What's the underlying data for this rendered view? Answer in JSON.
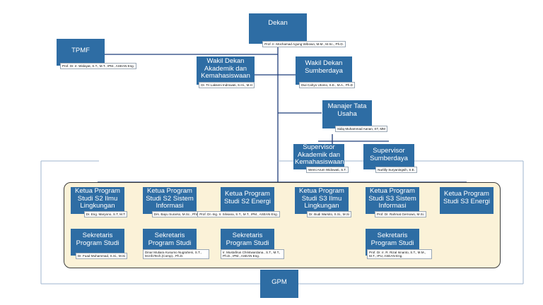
{
  "colors": {
    "box": "#2e6da4",
    "panel": "#fbf2d8",
    "line": "#1f3d7a",
    "gpm_line": "#9fb6cf"
  },
  "nodes": {
    "dekan": {
      "title": "Dekan",
      "name": "Prof. Ir. Mochamad Agung Wibowo, M.M., M.Sc., Ph.D."
    },
    "tpmf": {
      "title": "TPMF",
      "name": "Prof. Dr. Ir. Widayat, S.T., M.T., IPM., ASEAN Eng."
    },
    "wd1": {
      "title": "Wakil Dekan Akademik dan Kemahasiswaan",
      "name": "Dr. Tri Lakseni Indrowati, S.Hi., M.H"
    },
    "wd2": {
      "title": "Wakil Dekan Sumberdaya",
      "name": "Dwi Cahyo Utomo, S.E., M.A., Ph.D"
    },
    "manajer": {
      "title": "Manajer Tata Usaha",
      "name": "Sidiq Muhammad Aanan, ST, MM"
    },
    "sup1": {
      "title": "Supervisor Akademik dan Kemahasiswaan",
      "name": "Wemi Arum Widowati, S.T."
    },
    "sup2": {
      "title": "Supervisor Sumberdaya",
      "name": "Nurlilly Suryaningsih, S.E."
    },
    "k1": {
      "title": "Ketua Program Studi S2 Ilmu Lingkungan",
      "name": "Dr. Eng. Maryono, S.T, M.T"
    },
    "k2": {
      "title": "Ketua Program Studi S2 Sistem Informasi",
      "name": "Drs. Bayu Surarso, M.Sc., PhD"
    },
    "k3": {
      "title": "Ketua Program Studi S2 Energi",
      "name": "Prof. Dr.-Ing. Ir. Silviana, S.T., M.T., IPM., ASEAN Eng."
    },
    "k4": {
      "title": "Ketua Program Studi S3 Ilmu Lingkungan",
      "name": "Dr. Budi Warsito, S.Si., M.Si"
    },
    "k5": {
      "title": "Ketua Program Studi S3 Sistem Informasi",
      "name": "Prof. Dr. Rahmat Gernowo, M.Si."
    },
    "k6": {
      "title": "Ketua Program Studi S3 Energi"
    },
    "s1": {
      "title": "Sekretaris Program Studi",
      "name": "Dr. Fuad Muhammad, S.Si., M.Si"
    },
    "s2": {
      "title": "Sekretaris Program Studi",
      "name": "Dinar Mutiara Kusumo Nugraheni, S.T., M.InfoTech.(Comp)., Ph.D."
    },
    "s3": {
      "title": "Sekretaris Program Studi",
      "name": "Ir. Mustafirus Christwardana., S.T., M.T., Ph.D., IPM., ASEAN Eng."
    },
    "s5": {
      "title": "Sekretaris Program Studi",
      "name": "Prof. Dr. Ir. R. Rizal Isnanto, S.T., M.M., M.T., IPU, ASEAN Eng."
    },
    "gpm": {
      "title": "GPM"
    }
  }
}
